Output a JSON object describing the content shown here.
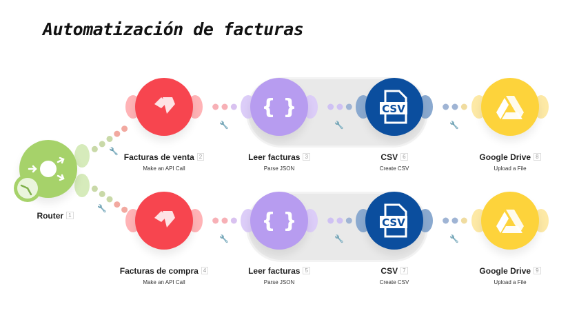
{
  "title": "Automatización de facturas",
  "router": {
    "name": "Router",
    "id": "1",
    "color": "#a6d26a"
  },
  "rows": [
    {
      "modules": [
        {
          "name": "Facturas de venta",
          "id": "2",
          "sub": "Make an API Call",
          "icon": "diamond-logo-icon",
          "color": "#f7454f"
        },
        {
          "name": "Leer facturas",
          "id": "3",
          "sub": "Parse JSON",
          "icon": "braces-icon",
          "color": "#b79cf0"
        },
        {
          "name": "CSV",
          "id": "6",
          "sub": "Create CSV",
          "icon": "csv-file-icon",
          "color": "#0b4e9e"
        },
        {
          "name": "Google Drive",
          "id": "8",
          "sub": "Upload a File",
          "icon": "google-drive-icon",
          "color": "#fdd33b"
        }
      ]
    },
    {
      "modules": [
        {
          "name": "Facturas de compra",
          "id": "4",
          "sub": "Make an API Call",
          "icon": "diamond-logo-icon",
          "color": "#f7454f"
        },
        {
          "name": "Leer facturas",
          "id": "5",
          "sub": "Parse JSON",
          "icon": "braces-icon",
          "color": "#b79cf0"
        },
        {
          "name": "CSV",
          "id": "7",
          "sub": "Create CSV",
          "icon": "csv-file-icon",
          "color": "#0b4e9e"
        },
        {
          "name": "Google Drive",
          "id": "9",
          "sub": "Upload a File",
          "icon": "google-drive-icon",
          "color": "#fdd33b"
        }
      ]
    }
  ]
}
